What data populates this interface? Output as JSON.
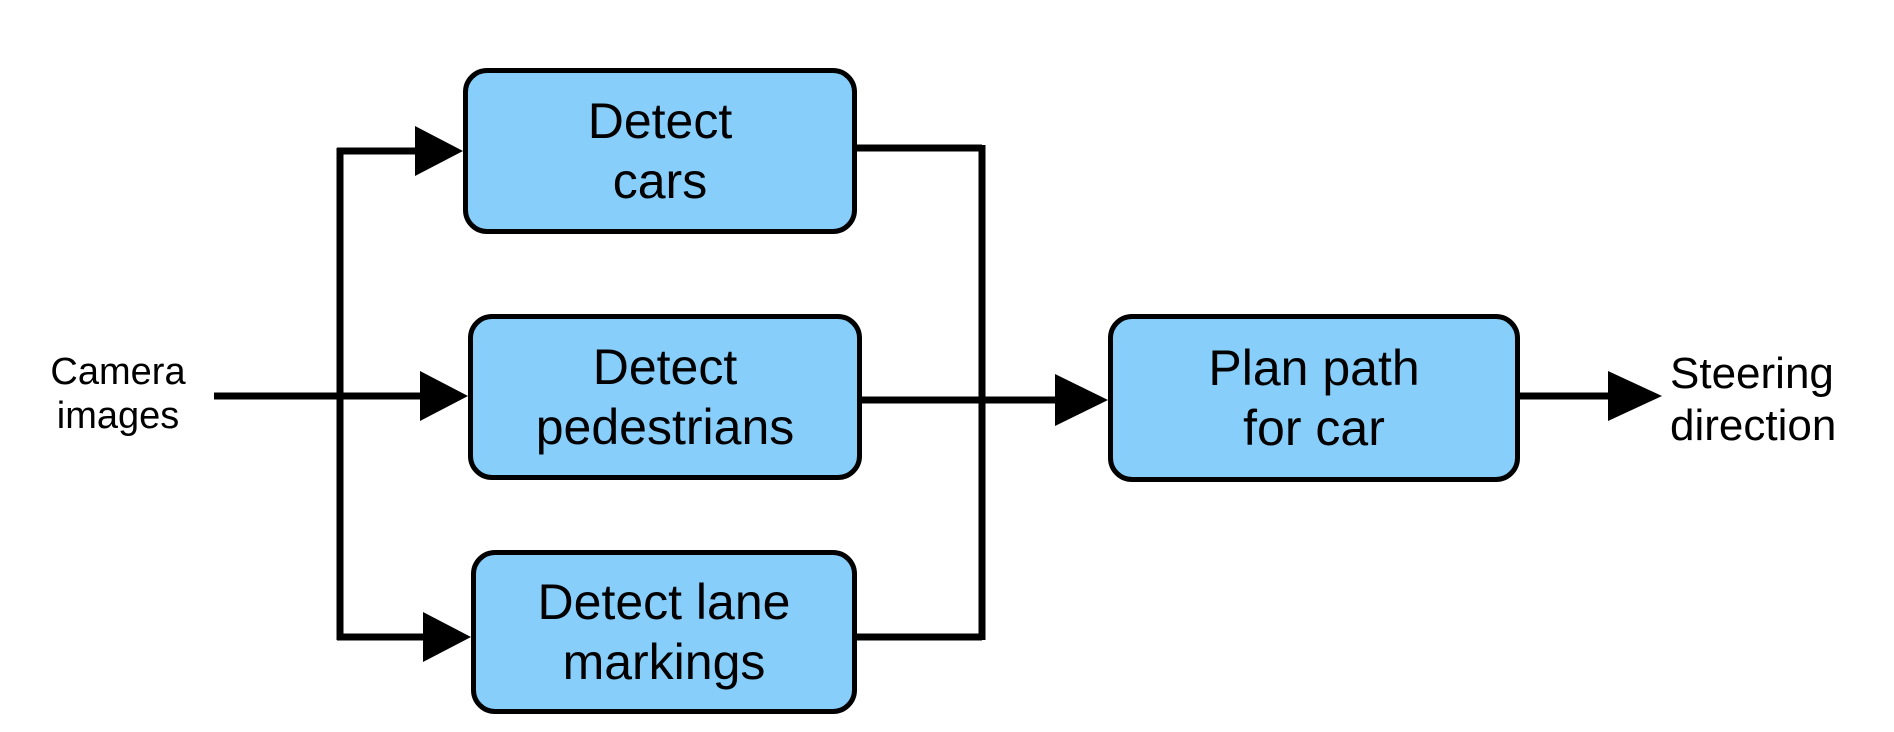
{
  "diagram": {
    "input_label": "Camera\nimages",
    "output_label": "Steering\ndirection",
    "nodes": [
      {
        "label": "Detect\ncars"
      },
      {
        "label": "Detect\npedestrians"
      },
      {
        "label": "Detect lane\nmarkings"
      },
      {
        "label": "Plan path\nfor car"
      }
    ],
    "colors": {
      "box_fill": "#87cefa",
      "stroke": "#000000"
    }
  }
}
